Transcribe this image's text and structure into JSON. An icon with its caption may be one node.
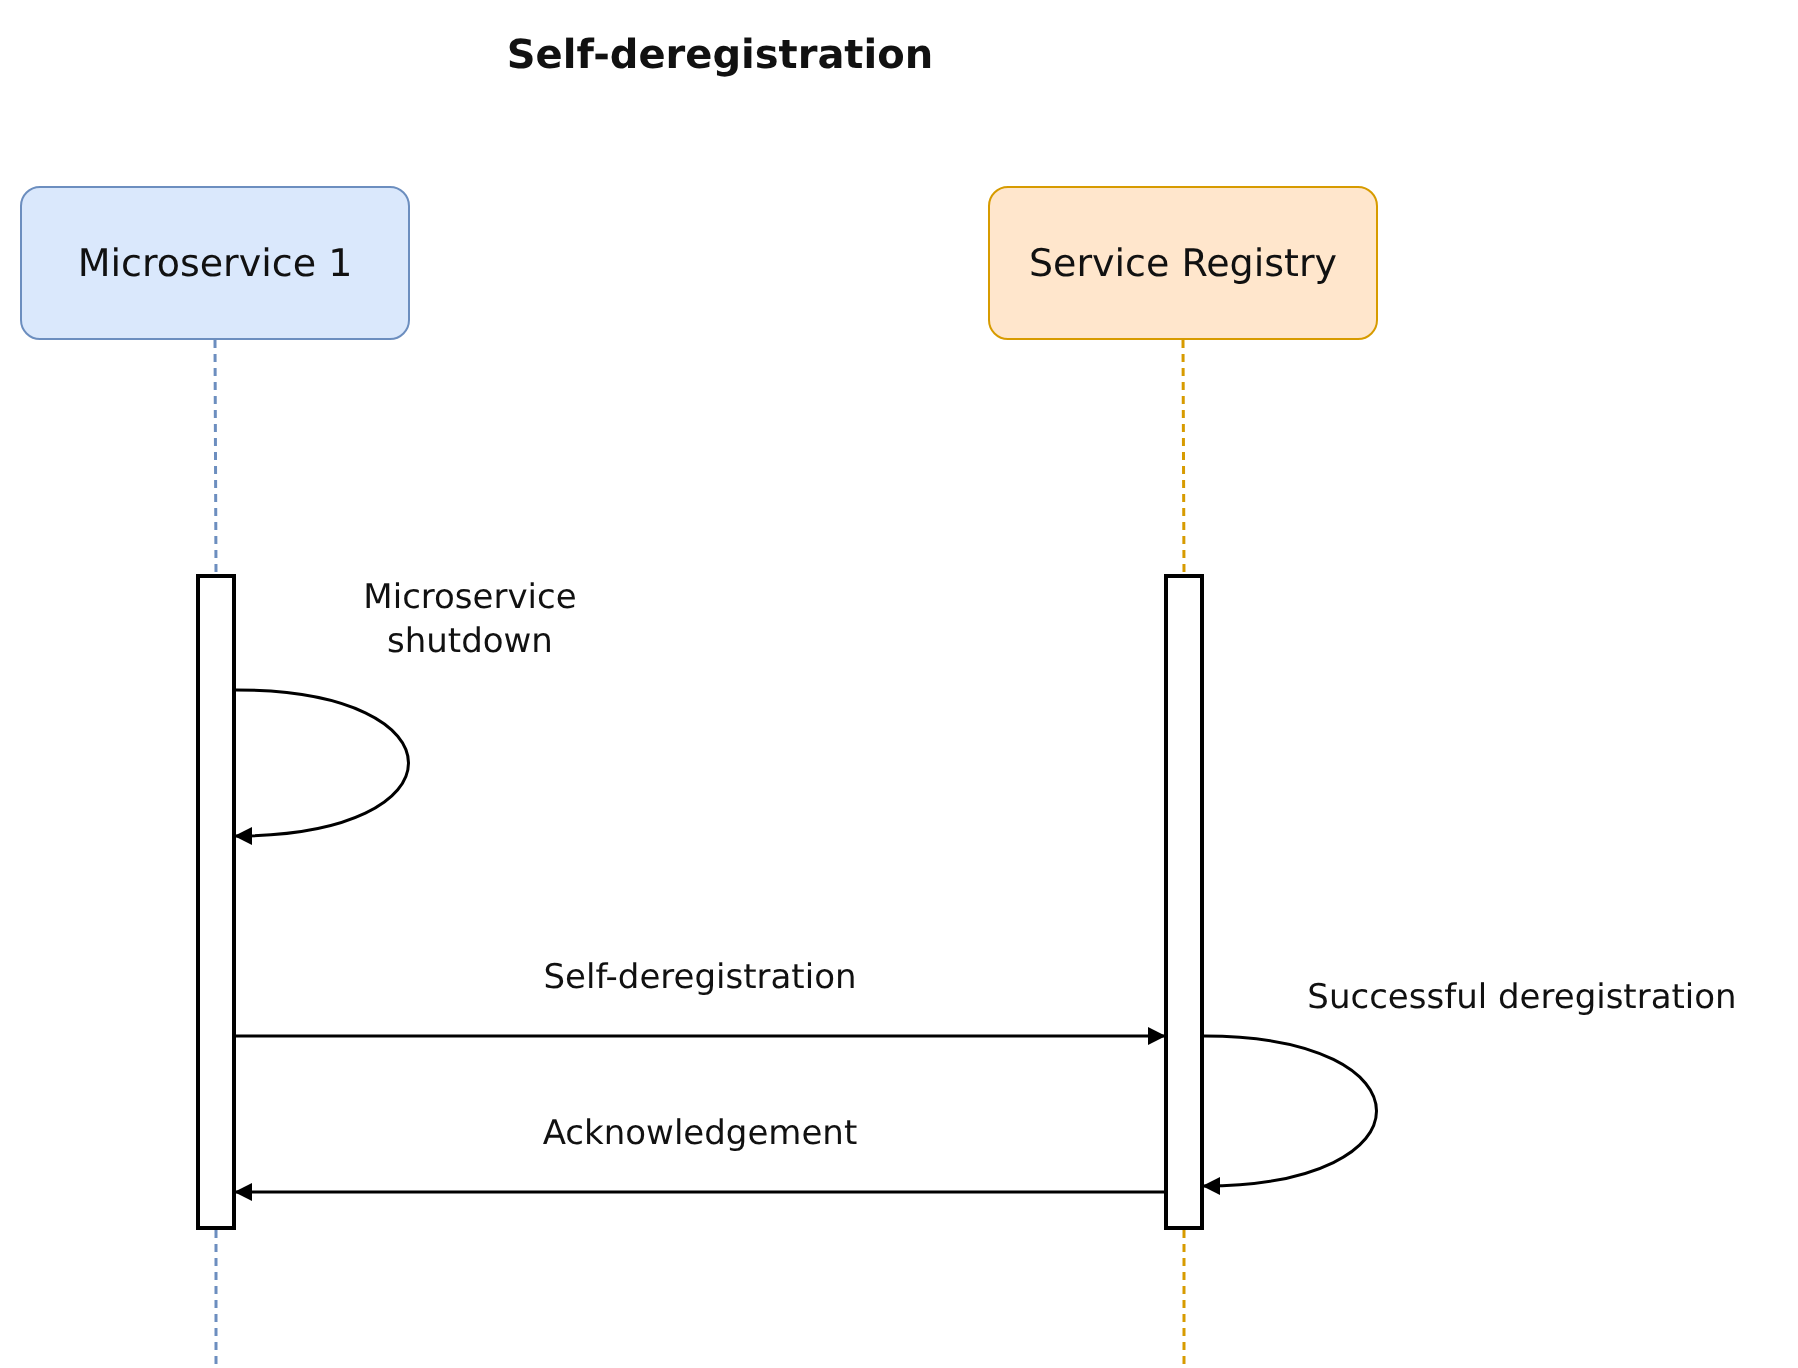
{
  "diagram": {
    "title": "Self-deregistration",
    "nodes": [
      {
        "text": [
          "Microservice 1"
        ]
      },
      {
        "text": [
          "Service Registry"
        ]
      },
      {
        "text": [],
        "shape": "bar"
      },
      {
        "text": [],
        "shape": "bar"
      }
    ],
    "edges": [
      {
        "from": 0,
        "to": 2,
        "arrow": "none",
        "style": "dashed",
        "color": "#6c8ebf"
      },
      {
        "from": 2,
        "to": null,
        "arrow": "none",
        "style": "dashed",
        "color": "#6c8ebf"
      },
      {
        "from": 1,
        "to": 3,
        "arrow": "none",
        "style": "dashed",
        "color": "#d79b00"
      },
      {
        "from": 3,
        "to": null,
        "arrow": "none",
        "style": "dashed",
        "color": "#d79b00"
      },
      {
        "from": 2,
        "to": 2,
        "arrow": "to",
        "label": "Microservice shutdown"
      },
      {
        "from": 2,
        "to": 3,
        "arrow": "to",
        "label": "Self-deregistration"
      },
      {
        "from": 3,
        "to": 3,
        "arrow": "to",
        "label": "Successful deregistration"
      },
      {
        "from": 3,
        "to": 2,
        "arrow": "to",
        "label": "Acknowledgement"
      }
    ]
  }
}
